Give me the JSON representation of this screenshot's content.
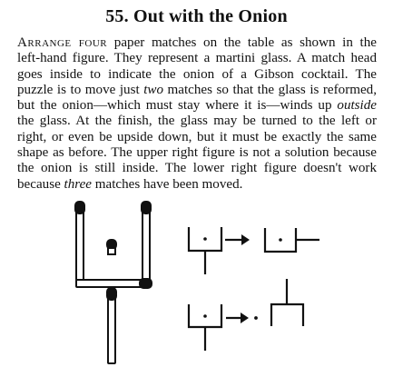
{
  "puzzle": {
    "title": "55. Out with the Onion",
    "paragraph": {
      "line1_lead": "Arrange four",
      "line1_rest": " paper matches on the table as shown in the",
      "line2": "left-hand figure. They represent a martini glass. A match head",
      "line3": "goes inside to indicate the onion of a Gibson cocktail. The",
      "line4_a": "puzzle is to move just ",
      "line4_em": "two",
      "line4_b": " matches so that the glass is reformed,",
      "line5_a": "but the onion—which must stay where it is—winds up ",
      "line5_em": "outside",
      "line6": "the glass. At the finish, the glass may be turned to the left or",
      "line7": "right, or even be upside down, but it must be exactly the same",
      "line8": "shape as before. The upper right figure is not a solution because",
      "line9": "the onion is still inside. The lower right figure doesn't work",
      "line10_a": "because ",
      "line10_em": "three",
      "line10_b": " matches have been moved."
    }
  },
  "colors": {
    "ink": "#111111",
    "match_stick": "#ffffff",
    "match_head": "#111111"
  },
  "icons": {
    "match": "match-stick-icon",
    "onion": "match-head-onion-icon",
    "arrow": "arrow-right-icon"
  }
}
